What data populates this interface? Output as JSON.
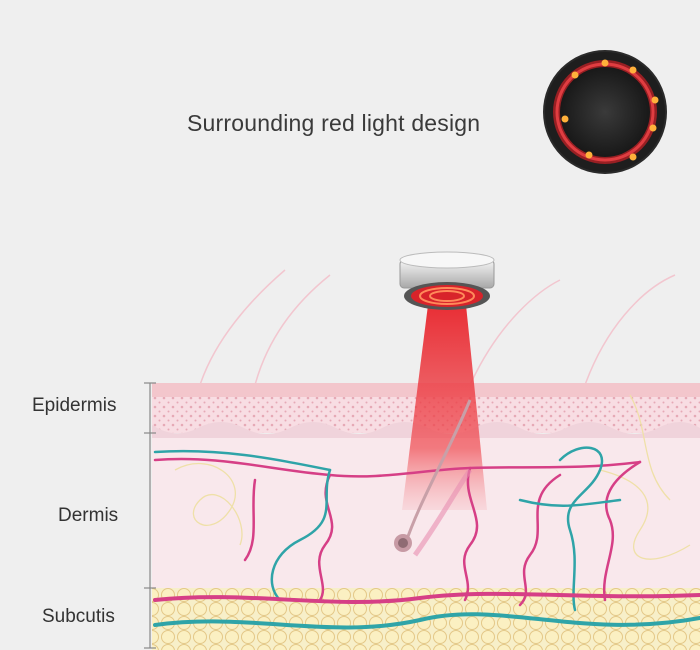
{
  "header": {
    "title": "Surrounding red light design"
  },
  "layers": {
    "epidermis": "Epidermis",
    "dermis": "Dermis",
    "subcutis": "Subcutis"
  },
  "colors": {
    "background": "#efefef",
    "skin_surface": "#f3c6cc",
    "dermis": "#f9e8ec",
    "fat": "#f8e9b6",
    "red_light": "#e8242b",
    "vessel_pink": "#d63f86",
    "vessel_teal": "#2fa4a8"
  },
  "icons": [
    "device-lens-icon",
    "red-light-beam-icon",
    "hair-follicle-icon"
  ]
}
